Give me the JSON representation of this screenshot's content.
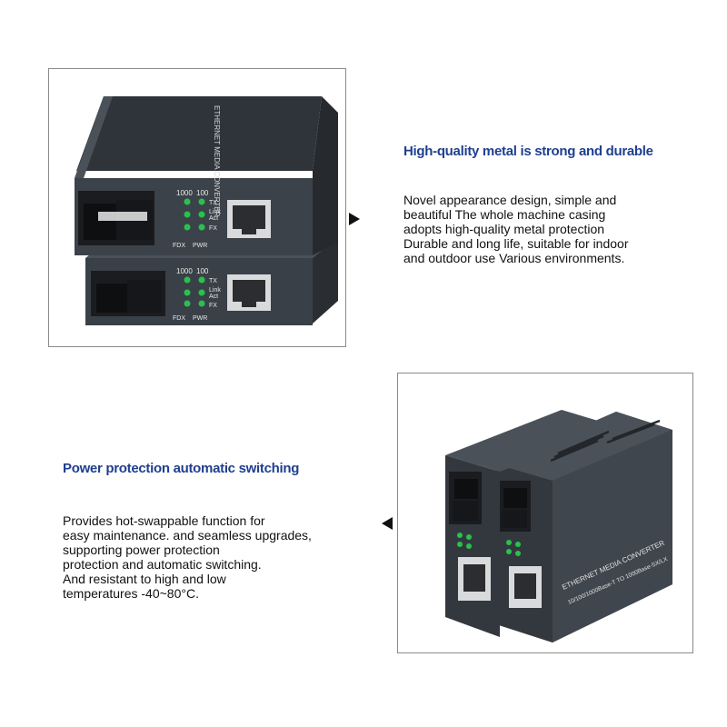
{
  "section1": {
    "heading": "High-quality metal is strong and durable",
    "lines": [
      "Novel appearance design, simple and",
      "beautiful The whole machine casing",
      "adopts high-quality metal protection",
      "Durable and long life, suitable for indoor",
      "and outdoor use Various environments."
    ]
  },
  "section2": {
    "heading": "Power protection automatic switching",
    "lines": [
      "Provides hot-swappable function for",
      "easy maintenance. and seamless upgrades,",
      "supporting power protection",
      "protection and automatic switching.",
      "And resistant to high and low",
      "temperatures -40~80°C."
    ]
  },
  "device_labels": {
    "speed_1000": "1000",
    "speed_100": "100",
    "tx": "TX",
    "link_act": "Link\nAct",
    "link": "Link",
    "act": "Act",
    "fx": "FX",
    "fdx": "FDX",
    "pwr": "PWR",
    "brand_text": "ETHERNET MEDIA CONVERTER",
    "model_text": "10/100/1000Base-T TO 1000Base-SX/LX"
  },
  "colors": {
    "casing": "#3c4249",
    "casing_dark": "#2a2e33",
    "led_green": "#27c24c",
    "heading_blue": "#1f3f8f"
  }
}
